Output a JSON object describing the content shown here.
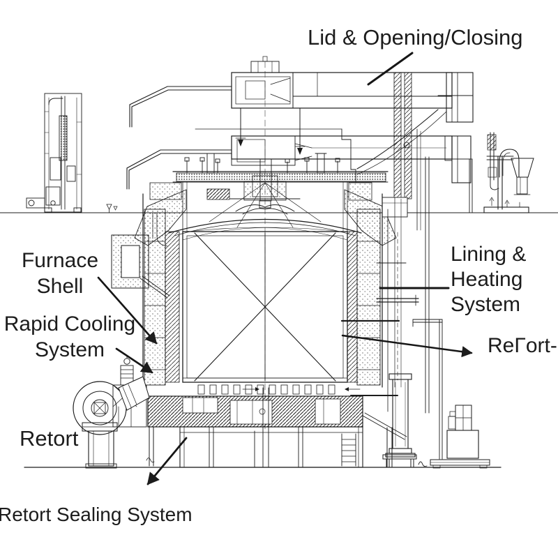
{
  "colors": {
    "ink": "#1c1c1c",
    "background": "#ffffff"
  },
  "labels": {
    "lid_opening_closing": "Lid & Opening/Closing",
    "furnace_shell": "Furnace\nShell",
    "rapid_cooling_system": "Rapid Cooling\nSystem",
    "lining_heating_system": "Lining &\nHeating\nSystem",
    "retort_right": "ReΓort-",
    "retort_left": "Retort",
    "retort_sealing_system": "Retort Sealing System"
  }
}
